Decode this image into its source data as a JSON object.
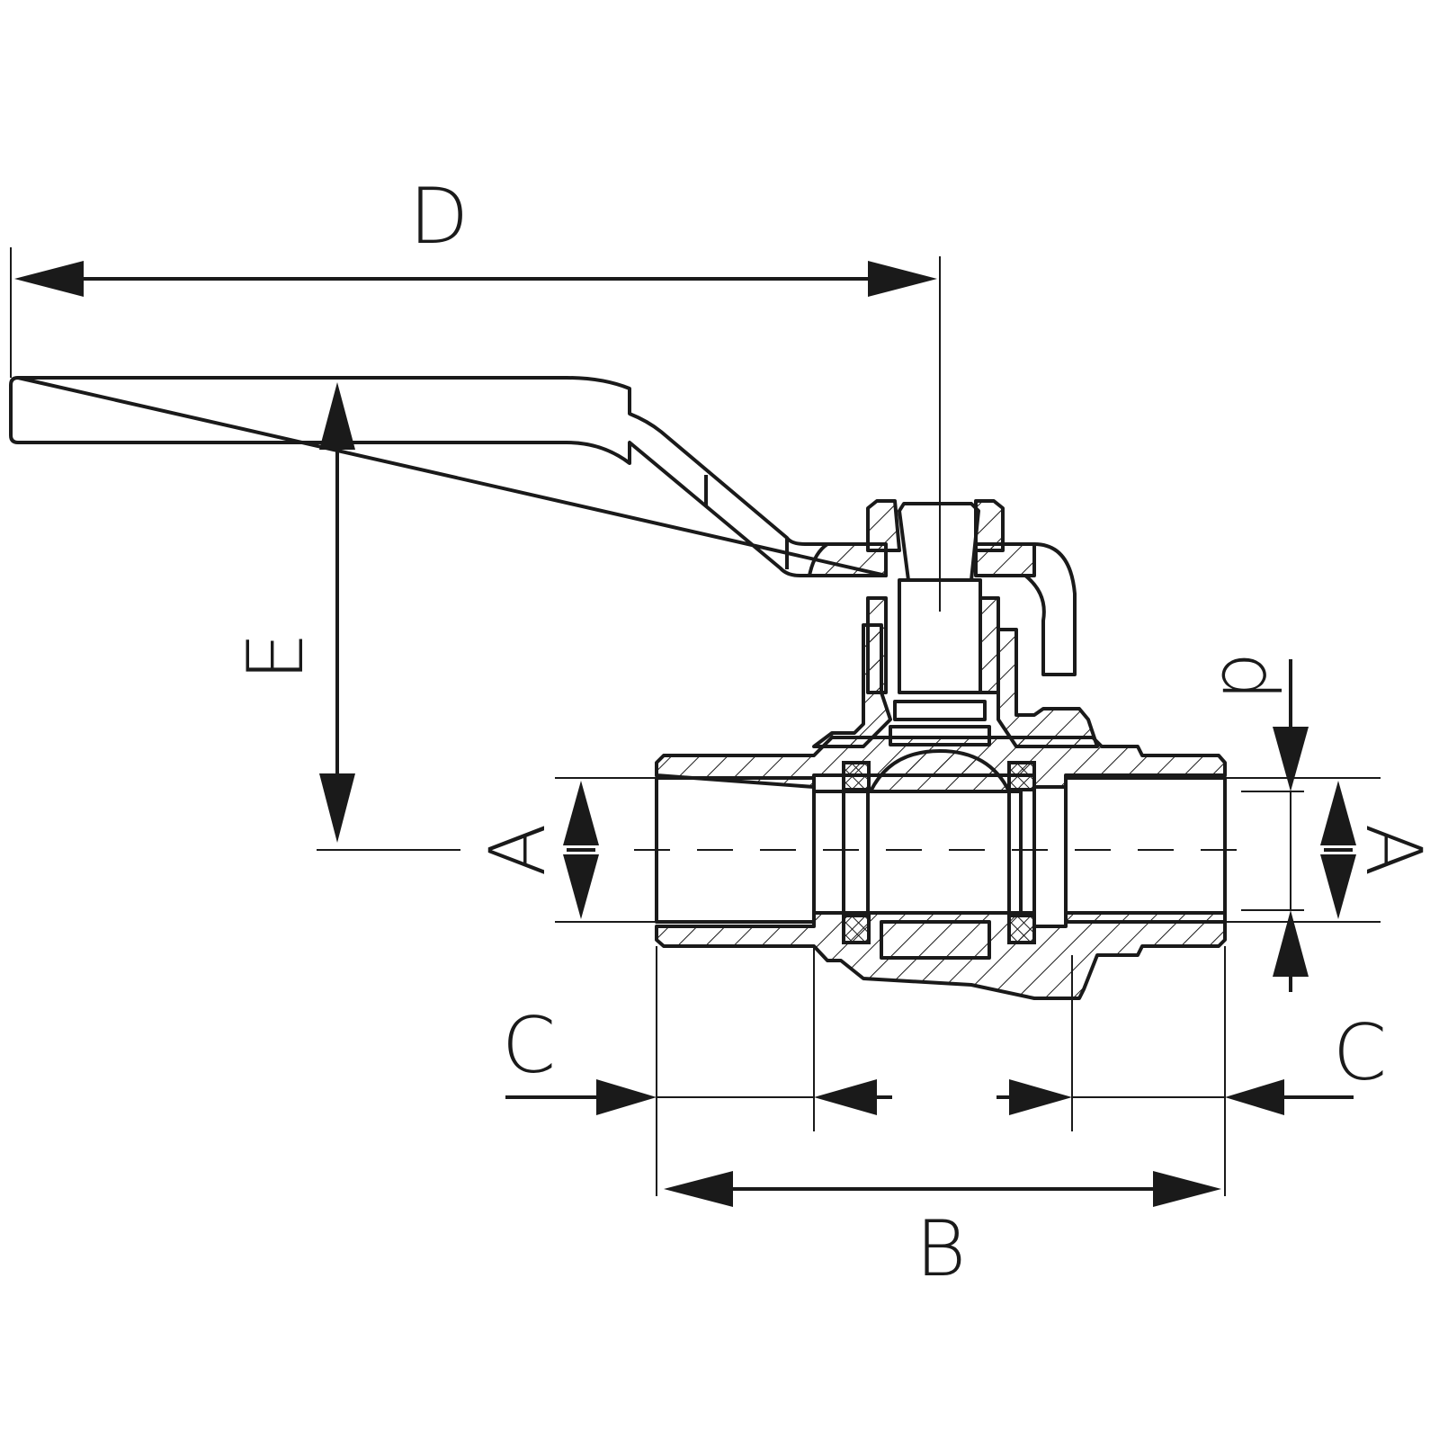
{
  "labels": {
    "D": "D",
    "E": "E",
    "A_left": "A",
    "A_right": "A",
    "C_left": "C",
    "C_right": "C",
    "B": "B",
    "d": "d"
  },
  "colors": {
    "line": "#1a1a1a",
    "background": "#ffffff"
  }
}
